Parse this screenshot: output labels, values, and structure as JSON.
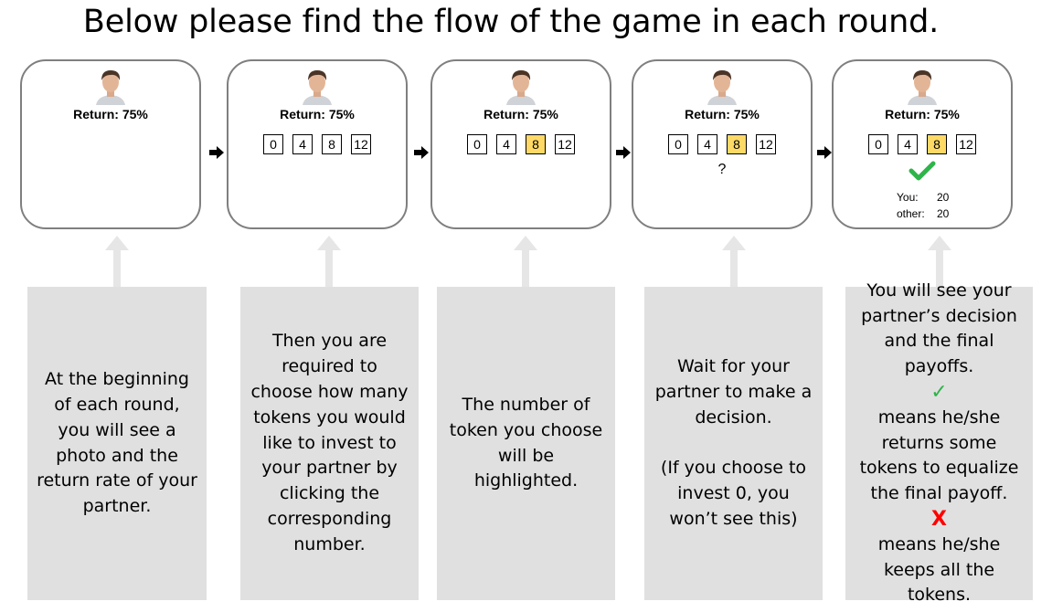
{
  "title": "Below please find the flow of the game in each round.",
  "panels": [
    {
      "return_label": "Return: 75%"
    },
    {
      "return_label": "Return: 75%",
      "tokens": [
        "0",
        "4",
        "8",
        "12"
      ]
    },
    {
      "return_label": "Return: 75%",
      "tokens": [
        "0",
        "4",
        "8",
        "12"
      ],
      "highlighted": "8"
    },
    {
      "return_label": "Return: 75%",
      "tokens": [
        "0",
        "4",
        "8",
        "12"
      ],
      "highlighted": "8",
      "question": "?"
    },
    {
      "return_label": "Return: 75%",
      "tokens": [
        "0",
        "4",
        "8",
        "12"
      ],
      "highlighted": "8",
      "payoff": {
        "you_label": "You:",
        "you_value": "20",
        "other_label": "other:",
        "other_value": "20"
      }
    }
  ],
  "descriptions": [
    "At the beginning\nof each round,\nyou will see a\nphoto and the\nreturn rate of your\npartner.",
    "Then you are\nrequired to\nchoose how many\ntokens you would\nlike to invest to\nyour partner by\nclicking the\ncorresponding\nnumber.",
    "The number of\ntoken you choose\nwill be\nhighlighted.",
    "Wait for your\npartner to make a\ndecision.\n\n(If you choose to\ninvest 0, you\nwon’t see this)",
    {
      "line1": "You will see your",
      "line2": "partner’s decision",
      "line3": "and the final",
      "line4": "payoffs.",
      "check_symbol": "✓",
      "check_text": " means he/she",
      "line6": "returns some",
      "line7": "tokens to equalize",
      "line8": "the final payoff.",
      "x_symbol": "X",
      "x_text": " means he/she",
      "line10": "keeps all the",
      "line11": "tokens."
    }
  ],
  "colors": {
    "highlight": "#ffd966",
    "panel_border": "#7f7f7f",
    "desc_bg": "#e0e0e0",
    "check": "#2eb44a",
    "x": "#ff0000"
  }
}
